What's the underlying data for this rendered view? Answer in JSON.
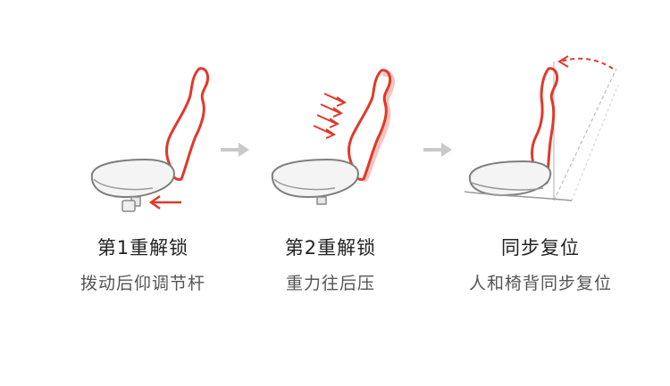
{
  "steps": [
    {
      "title": "第1重解锁",
      "subtitle": "拨动后仰调节杆"
    },
    {
      "title": "第2重解锁",
      "subtitle": "重力往后压"
    },
    {
      "title": "同步复位",
      "subtitle": "人和椅背同步复位"
    }
  ],
  "colors": {
    "accent": "#e0392b",
    "outline": "#8a8a8a",
    "arrow": "#c9c9c9",
    "title": "#222222",
    "subtitle": "#555555"
  },
  "icons": [
    "chair-seat-icon",
    "lever-icon",
    "push-arrows-icon",
    "return-arc-icon",
    "next-arrow-icon"
  ]
}
